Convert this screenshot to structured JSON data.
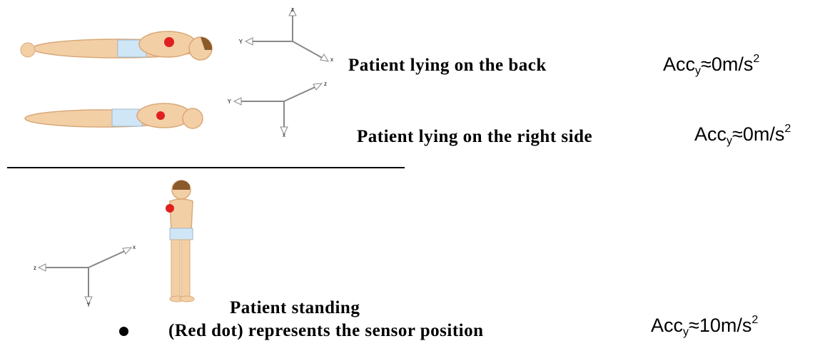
{
  "rows": [
    {
      "caption": "Patient lying on the back",
      "acc": {
        "prefix": "Acc",
        "sub": "y",
        "mid": "≈0m/s",
        "sup": "2"
      },
      "axes": {
        "a": "z",
        "b": "Y",
        "c": "x"
      }
    },
    {
      "caption": "Patient lying on the right side",
      "acc": {
        "prefix": "Acc",
        "sub": "y",
        "mid": "≈0m/s",
        "sup": "2"
      },
      "axes": {
        "a": "z",
        "b": "Y",
        "c": "x"
      }
    },
    {
      "caption": "Patient standing",
      "acc": {
        "prefix": "Acc",
        "sub": "y",
        "mid": "≈10m/s",
        "sup": "2"
      },
      "axes": {
        "a": "x",
        "b": "z",
        "c": "Y"
      }
    }
  ],
  "legend": {
    "text": "(Red dot) represents the sensor position"
  },
  "colors": {
    "skin": "#f3cfa6",
    "skin_shade": "#d9a878",
    "briefs": "#cfe6f7",
    "hair": "#8a5a2b",
    "sensor": "#e02020",
    "axis": "#888888"
  }
}
